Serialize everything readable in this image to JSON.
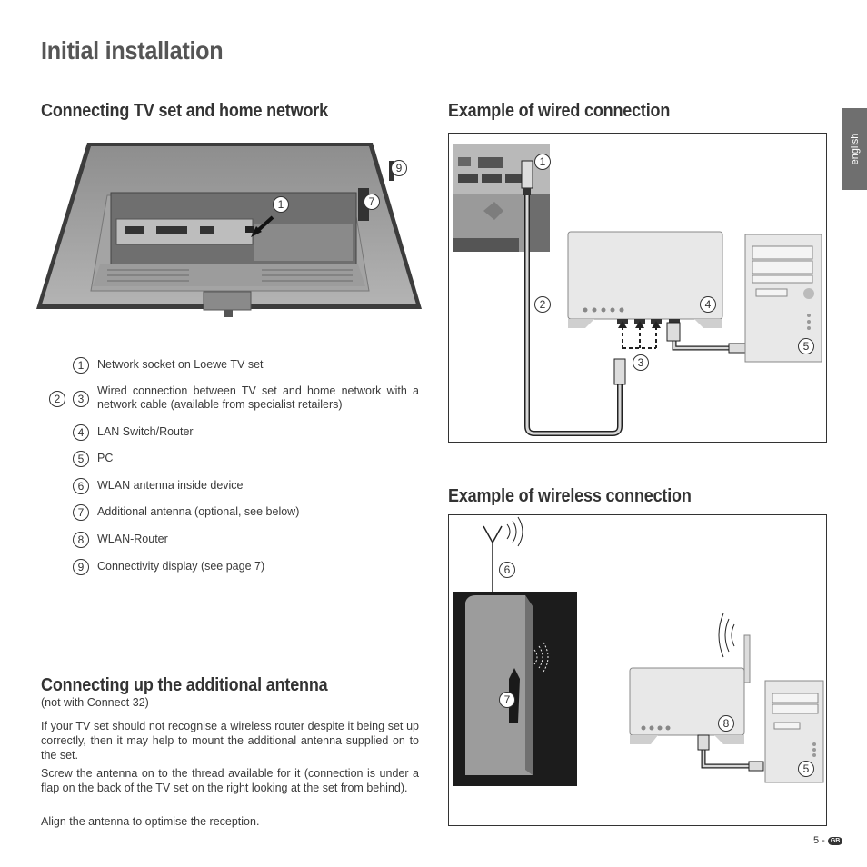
{
  "page": {
    "title": "Initial installation",
    "language_tab": "english",
    "page_number": "5 -",
    "country_badge": "GB"
  },
  "sections": {
    "connecting": "Connecting TV set and home network",
    "wired": "Example of wired connection",
    "wireless": "Example of wireless connection",
    "antenna": "Connecting up the additional antenna"
  },
  "legend": [
    {
      "nums": [
        "1"
      ],
      "text": "Network socket on Loewe TV set"
    },
    {
      "nums": [
        "2",
        "3"
      ],
      "text": "Wired connection between TV set and home network with a network cable (available from specialist retailers)"
    },
    {
      "nums": [
        "4"
      ],
      "text": "LAN Switch/Router"
    },
    {
      "nums": [
        "5"
      ],
      "text": "PC"
    },
    {
      "nums": [
        "6"
      ],
      "text": "WLAN antenna inside device"
    },
    {
      "nums": [
        "7"
      ],
      "text": "Additional antenna (optional, see below)"
    },
    {
      "nums": [
        "8"
      ],
      "text": "WLAN-Router"
    },
    {
      "nums": [
        "9"
      ],
      "text": "Connectivity display (see page 7)"
    }
  ],
  "antenna_section": {
    "subtitle": "(not with Connect 32)",
    "paragraphs": [
      "If your TV set should not recognise a wireless router despite it being set up correctly, then it may help to mount the additional antenna supplied on to the set.",
      "Screw the antenna on to the thread available for it (connection is under a flap on the back of the TV set on the right looking at the set from behind).",
      "Align the antenna to optimise the reception."
    ]
  },
  "callouts": {
    "tv_back": [
      "9",
      "7",
      "1"
    ],
    "wired": [
      "1",
      "2",
      "4",
      "3",
      "5"
    ],
    "wireless": [
      "6",
      "7",
      "8",
      "5"
    ]
  },
  "colors": {
    "heading": "#333333",
    "title": "#555555",
    "tab": "#6f6f6f",
    "illustration_gray": "#9a9a9a"
  }
}
